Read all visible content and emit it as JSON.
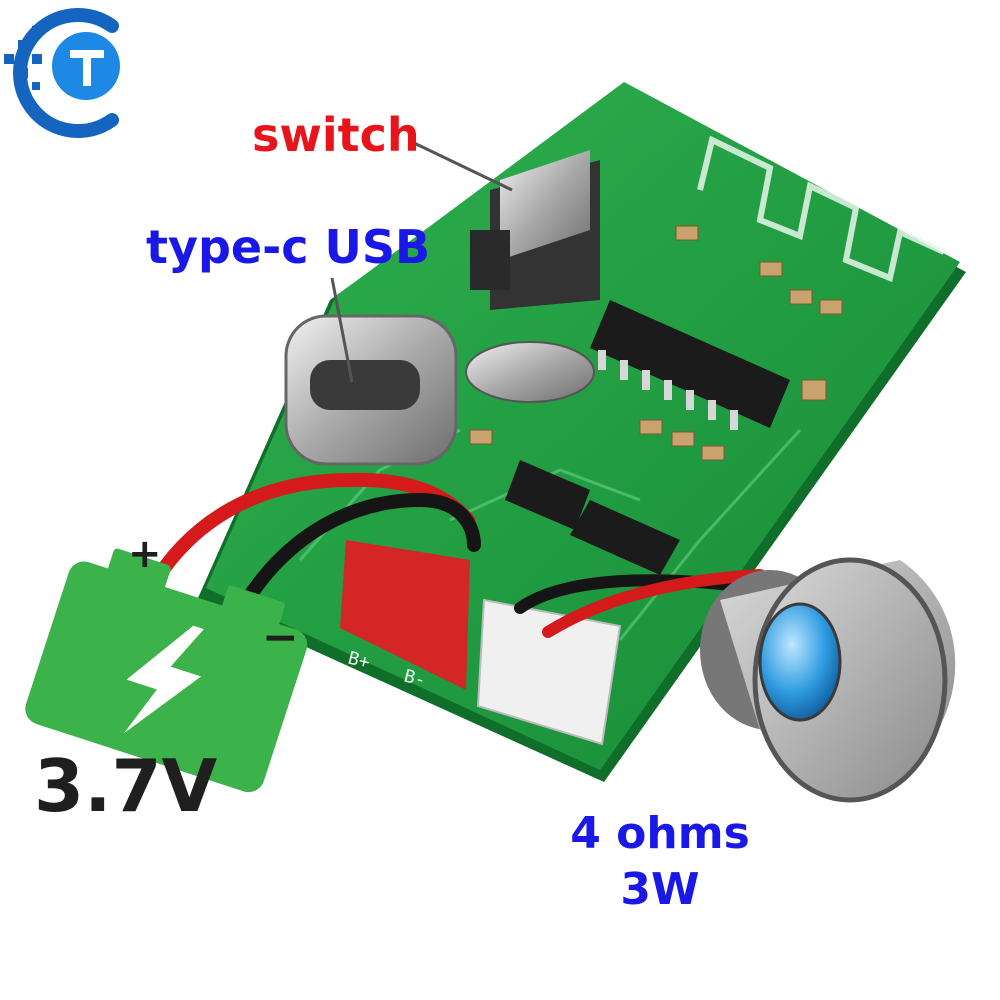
{
  "labels": {
    "switch": "switch",
    "usb": "type-c USB",
    "voltage": "3.7V",
    "impedance": "4 ohms",
    "power": "3W",
    "battery_plus": "+",
    "battery_minus": "−",
    "silk_b_plus": "B+",
    "silk_b_minus": "B-"
  },
  "colors": {
    "label_red": "#e8141c",
    "label_blue": "#1a18e6",
    "label_dark": "#1f1f1f",
    "pcb_green": "#1f9a3f",
    "battery_green": "#3bb24a",
    "logo_blue": "#1565c0",
    "wire_red": "#d41a1a",
    "wire_black": "#151515"
  },
  "icons": {
    "logo": "brand-logo-icon",
    "battery": "battery-icon",
    "speaker": "speaker-icon",
    "bolt": "lightning-bolt-icon"
  }
}
